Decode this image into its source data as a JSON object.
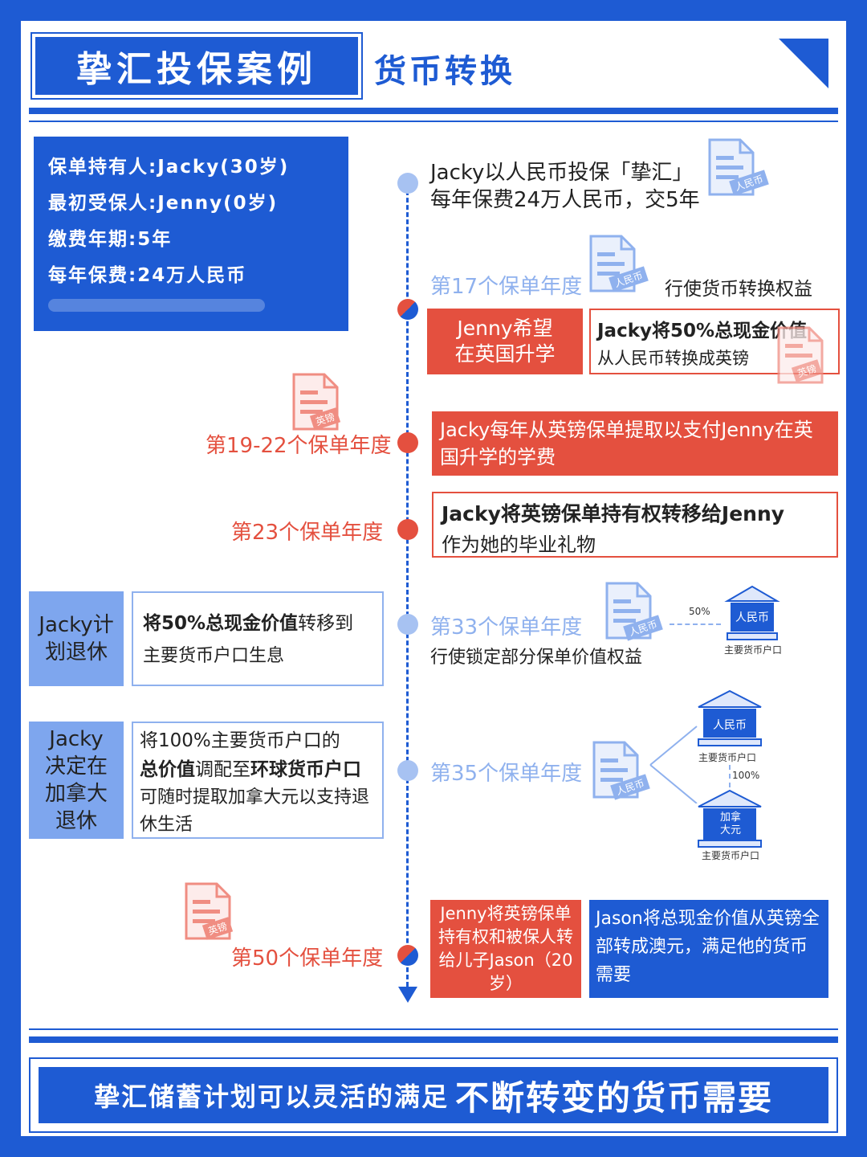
{
  "header": {
    "title": "挚汇投保案例",
    "subtitle": "货币转换"
  },
  "info": {
    "lines": [
      "保单持有人:Jacky(30岁)",
      "最初受保人:Jenny(0岁)",
      "缴费年期:5年",
      "每年保费:24万人民币"
    ]
  },
  "icons": {
    "rmb": "人民币",
    "gbp": "英镑",
    "cad": "加拿大元",
    "main_account": "主要货币户口"
  },
  "events": {
    "e0": {
      "line1": "Jacky以人民币投保「挚汇」",
      "line2": "每年保费24万人民币，交5年"
    },
    "e17": {
      "year": "第17个保单年度",
      "note": "行使货币转换权益",
      "left": "Jenny希望在英国升学",
      "right_bold": "Jacky将50%总现金价值",
      "right_rest": "从人民币转换成英镑"
    },
    "e19": {
      "year": "第19-22个保单年度",
      "text": "Jacky每年从英镑保单提取以支付Jenny在英国升学的学费"
    },
    "e23": {
      "year": "第23个保单年度",
      "bold": "Jacky将英镑保单持有权转移给Jenny",
      "rest": "作为她的毕业礼物"
    },
    "e33": {
      "year": "第33个保单年度",
      "note": "行使锁定部分保单价值权益",
      "left_tag": "Jacky计划退休",
      "left_bold": "将50%总现金价值",
      "left_mid": "转移到",
      "left_rest": "主要货币户口生息",
      "pct": "50%"
    },
    "e35": {
      "year": "第35个保单年度",
      "left_tag": "Jacky决定在加拿大退休",
      "l1": "将100%主要货币户口的",
      "l2a": "总价值",
      "l2b": "调配至",
      "l2c": "环球货币户口",
      "l3": "可随时提取加拿大元以支持退休生活",
      "pct": "100%"
    },
    "e50": {
      "year": "第50个保单年度",
      "left": "Jenny将英镑保单持有权和被保人转给儿子Jason（20岁）",
      "right": "Jason将总现金价值从英镑全部转成澳元，满足他的货币需要"
    }
  },
  "footer": {
    "normal": "挚汇储蓄计划可以灵活的满足",
    "bold": "不断转变的货币需要"
  },
  "colors": {
    "blue": "#1e5bd3",
    "red": "#e4503f",
    "light_blue": "#8fb1ee"
  }
}
